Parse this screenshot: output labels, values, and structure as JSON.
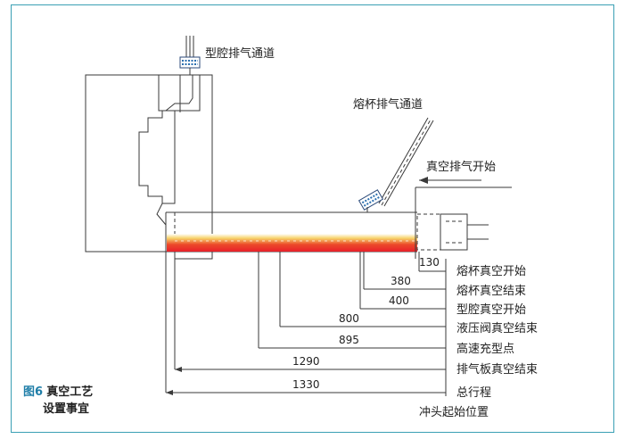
{
  "labels": {
    "mold_vent": "型腔排气通道",
    "cup_vent": "熔杯排气通道",
    "vacuum_start": "真空排气开始",
    "end_positions": [
      "熔杯真空开始",
      "熔杯真空结束",
      "型腔真空开始",
      "液压阀真空结束",
      "高速充型点",
      "排气板真空结束",
      "总行程",
      "冲头起始位置"
    ]
  },
  "positions": [
    "130",
    "380",
    "400",
    "800",
    "895",
    "1290",
    "1330"
  ],
  "caption": {
    "fig_number": "图6",
    "title_line1": "真空工艺",
    "title_line2": "设置事宜"
  },
  "colors": {
    "frame": "#3aa0b4",
    "caption_number": "#1f7ea8",
    "melt_hot": "#e8202a",
    "melt_warm": "#f7d36a"
  }
}
